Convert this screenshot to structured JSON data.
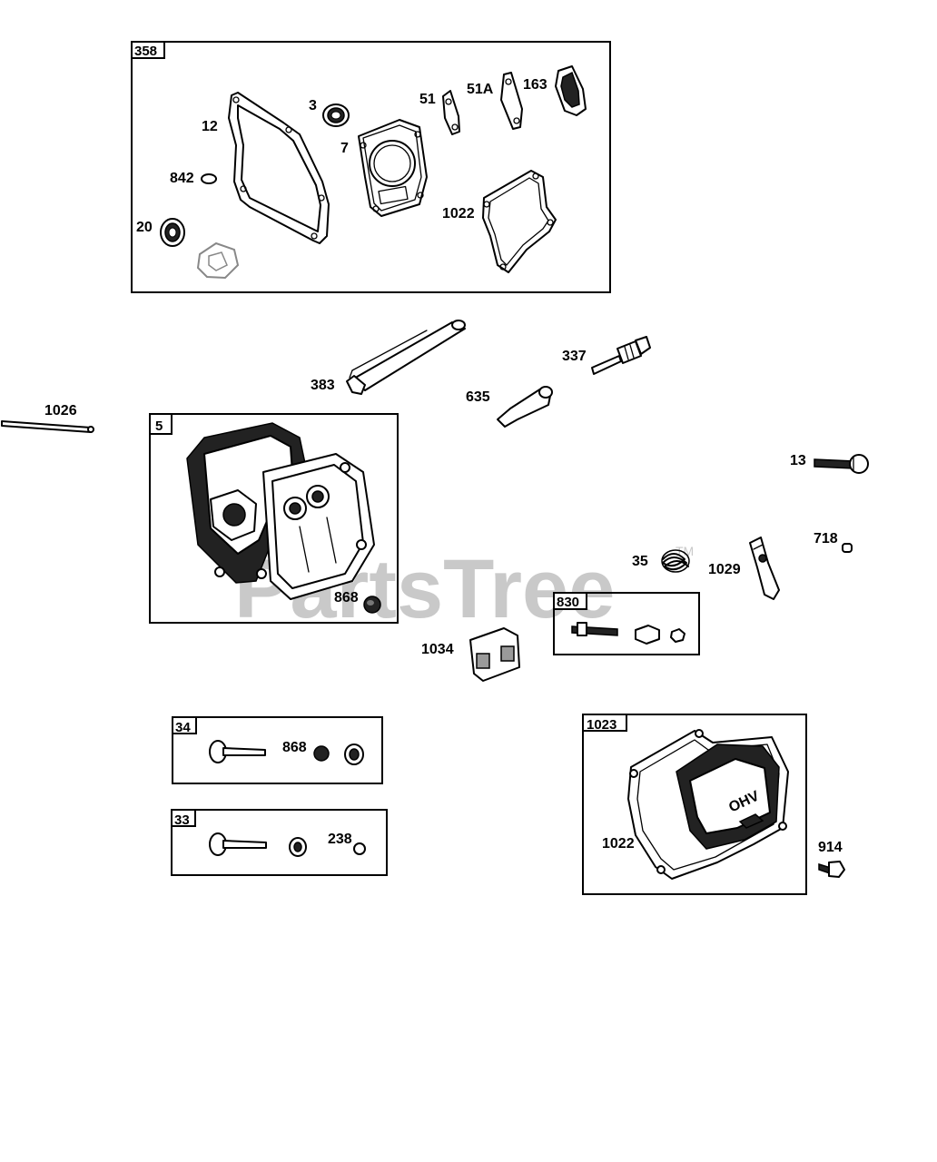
{
  "watermark": {
    "text": "PartsTree",
    "tm": "TM"
  },
  "boxes": {
    "b358": "358",
    "b5": "5",
    "b830": "830",
    "b34": "34",
    "b33": "33",
    "b1023": "1023"
  },
  "labels": {
    "p12": "12",
    "p3": "3",
    "p7": "7",
    "p51": "51",
    "p51a": "51A",
    "p163": "163",
    "p842": "842",
    "p20": "20",
    "p1022a": "1022",
    "p383": "383",
    "p337": "337",
    "p635": "635",
    "p1026": "1026",
    "p13": "13",
    "p868a": "868",
    "p35": "35",
    "p1029": "1029",
    "p718": "718",
    "p1034": "1034",
    "p868b": "868",
    "p238": "238",
    "p1022b": "1022",
    "p914": "914"
  }
}
